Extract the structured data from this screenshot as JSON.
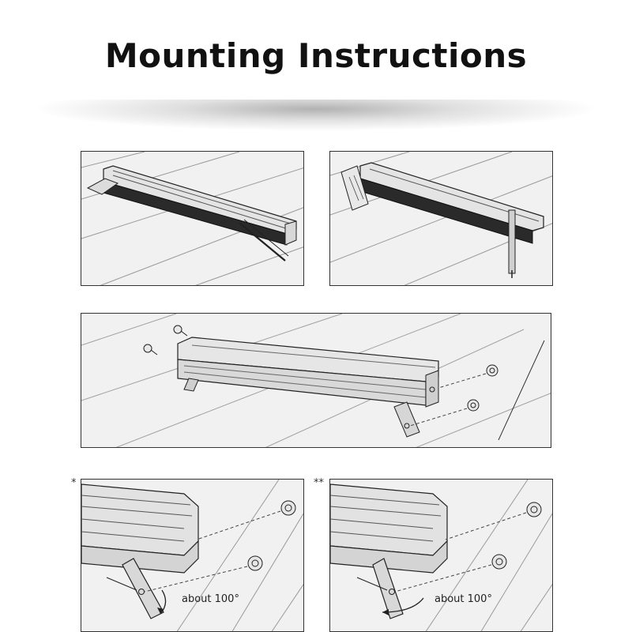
{
  "title": "Mounting Instructions",
  "panels": {
    "bottom_left": {
      "marker": "*",
      "angle_label": "about 100°"
    },
    "bottom_right": {
      "marker": "**",
      "angle_label": "about 100°"
    }
  }
}
